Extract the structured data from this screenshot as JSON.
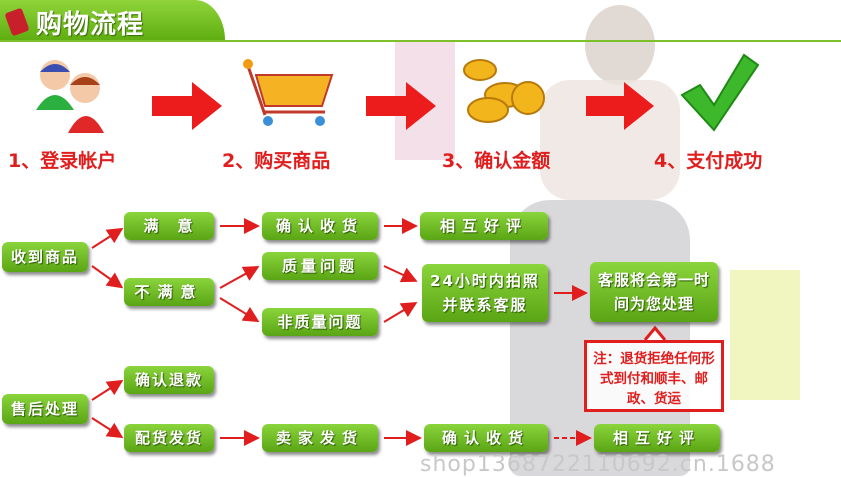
{
  "header": {
    "title": "购物流程"
  },
  "steps": [
    {
      "label": "1、登录帐户",
      "icon": "users-icon"
    },
    {
      "label": "2、购买商品",
      "icon": "shopping-cart-icon"
    },
    {
      "label": "3、确认金额",
      "icon": "gold-coins-icon"
    },
    {
      "label": "4、支付成功",
      "icon": "checkmark-icon"
    }
  ],
  "flow": {
    "received": "收到商品",
    "satisfied": "满　意",
    "unsatisfied": "不满意",
    "confirm_receipt": "确认收货",
    "mutual_review": "相互好评",
    "quality_issue": "质量问题",
    "non_quality_issue": "非质量问题",
    "photo_contact": "24小时内拍照并联系客服",
    "service_handle": "客服将会第一时间为您处理",
    "note": "注：退货拒绝任何形式到付和顺丰、邮政、货运",
    "after_sales": "售后处理",
    "confirm_refund": "确认退款",
    "ship_replacement": "配货发货",
    "seller_ships": "卖家发货",
    "confirm_receipt_2": "确认收货",
    "mutual_review_2": "相互好评"
  },
  "watermark": "shop1368722110692.cn.1688",
  "colors": {
    "green": "#6bb81f",
    "red": "#e01e1e"
  }
}
